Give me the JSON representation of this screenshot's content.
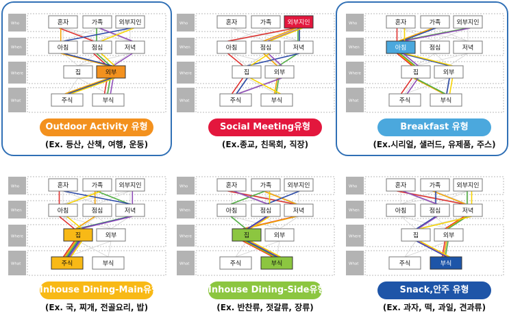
{
  "rows": {
    "who": "Who",
    "when": "When",
    "where": "Where",
    "what": "What"
  },
  "options": {
    "who": [
      "혼자",
      "가족",
      "외부지인"
    ],
    "when": [
      "아침",
      "점심",
      "저녁"
    ],
    "where": [
      "집",
      "외부"
    ],
    "what": [
      "주식",
      "부식"
    ]
  },
  "line_colors": [
    "#e0312f",
    "#f4a300",
    "#52b043",
    "#2b4aa8",
    "#8f4bb8",
    "#f7d300"
  ],
  "panels": [
    {
      "pill": "Outdoor Activity 유형",
      "caption": "(Ex. 등산, 산책, 여행, 운동)",
      "color": "#f3911e",
      "framed": true,
      "highlight": {
        "where": [
          1
        ]
      },
      "paths": [
        [
          0,
          1,
          1,
          1
        ],
        [
          0,
          0,
          1,
          0
        ],
        [
          1,
          1,
          1,
          1
        ],
        [
          2,
          0,
          1,
          0
        ],
        [
          1,
          2,
          1,
          1
        ],
        [
          2,
          1,
          1,
          0
        ]
      ]
    },
    {
      "pill": "Social Meeting유형",
      "caption": "(Ex.종교, 친목회, 직장)",
      "color": "#e3173d",
      "framed": false,
      "highlight": {
        "who": [
          2
        ]
      },
      "paths": [
        [
          2,
          0,
          0,
          0
        ],
        [
          2,
          1,
          1,
          1
        ],
        [
          2,
          2,
          1,
          1
        ],
        [
          2,
          2,
          0,
          0
        ],
        [
          2,
          1,
          1,
          0
        ],
        [
          2,
          1,
          0,
          1
        ]
      ]
    },
    {
      "pill": "Breakfast 유형",
      "caption": "(Ex.시리얼, 샐러드, 유제품, 주스)",
      "color": "#4ba8dd",
      "framed": true,
      "highlight": {
        "when": [
          0
        ]
      },
      "paths": [
        [
          0,
          0,
          0,
          0
        ],
        [
          1,
          0,
          0,
          1
        ],
        [
          2,
          0,
          0,
          1
        ],
        [
          1,
          0,
          1,
          1
        ],
        [
          2,
          0,
          0,
          0
        ],
        [
          0,
          0,
          1,
          1
        ]
      ]
    },
    {
      "pill": "Inhouse Dining-Main유형",
      "caption": "(Ex. 국, 찌개, 전골요리, 밥)",
      "color": "#f8b916",
      "framed": false,
      "highlight": {
        "where": [
          0
        ],
        "what": [
          0
        ]
      },
      "paths": [
        [
          0,
          0,
          0,
          0
        ],
        [
          1,
          1,
          0,
          0
        ],
        [
          1,
          2,
          0,
          0
        ],
        [
          0,
          2,
          0,
          0
        ],
        [
          2,
          2,
          0,
          0
        ],
        [
          1,
          0,
          0,
          0
        ]
      ]
    },
    {
      "pill": "Inhouse Dining-Side유형",
      "caption": "(Ex. 반찬류, 젓갈류, 장류)",
      "color": "#8cc640",
      "framed": false,
      "highlight": {
        "where": [
          0
        ],
        "what": [
          1
        ]
      },
      "paths": [
        [
          0,
          2,
          0,
          1
        ],
        [
          1,
          2,
          0,
          1
        ],
        [
          1,
          0,
          0,
          1
        ],
        [
          2,
          1,
          0,
          1
        ],
        [
          0,
          1,
          0,
          1
        ],
        [
          1,
          1,
          0,
          1
        ]
      ]
    },
    {
      "pill": "Snack,안주 유형",
      "caption": "(Ex. 과자, 떡, 과일, 견과류)",
      "color": "#1e55a8",
      "framed": false,
      "highlight": {
        "what": [
          1
        ]
      },
      "paths": [
        [
          0,
          2,
          1,
          1
        ],
        [
          1,
          2,
          1,
          1
        ],
        [
          2,
          2,
          1,
          1
        ],
        [
          1,
          1,
          0,
          1
        ],
        [
          0,
          1,
          0,
          1
        ],
        [
          2,
          2,
          0,
          1
        ]
      ]
    }
  ]
}
